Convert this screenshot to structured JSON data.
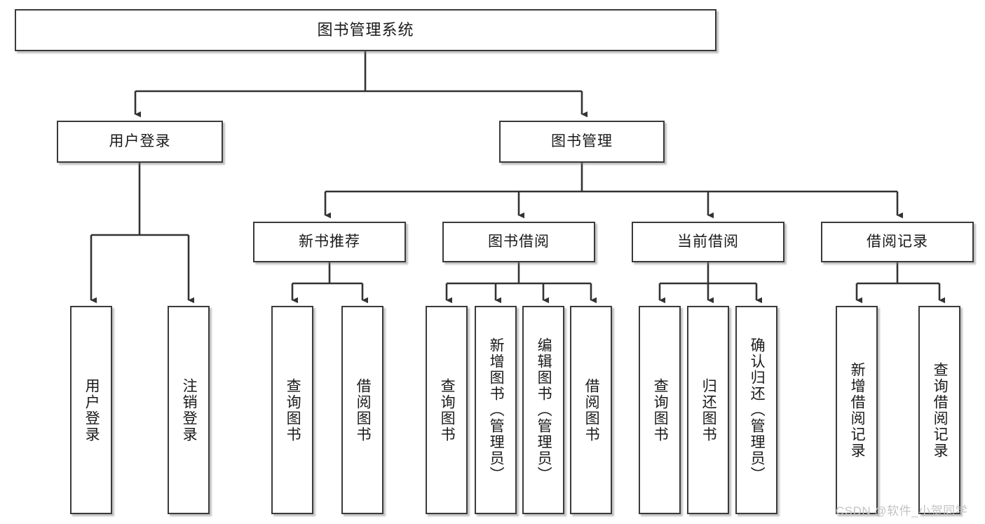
{
  "diagram": {
    "type": "tree",
    "title": "图书管理系统",
    "root": {
      "label": "图书管理系统"
    },
    "level1": [
      {
        "label": "用户登录"
      },
      {
        "label": "图书管理"
      }
    ],
    "level2": [
      {
        "label": "新书推荐",
        "parent": "图书管理"
      },
      {
        "label": "图书借阅",
        "parent": "图书管理"
      },
      {
        "label": "当前借阅",
        "parent": "图书管理"
      },
      {
        "label": "借阅记录",
        "parent": "图书管理"
      }
    ],
    "leaves": {
      "user_login": [
        {
          "label": "用户登录"
        },
        {
          "label": "注销登录"
        }
      ],
      "new_book_recommend": [
        {
          "label": "查询图书"
        },
        {
          "label": "借阅图书"
        }
      ],
      "book_borrow": [
        {
          "label": "查询图书"
        },
        {
          "label": "新增图书（管理员）"
        },
        {
          "label": "编辑图书（管理员）"
        },
        {
          "label": "借阅图书"
        }
      ],
      "current_borrow": [
        {
          "label": "查询图书"
        },
        {
          "label": "归还图书"
        },
        {
          "label": "确认归还（管理员）"
        }
      ],
      "borrow_record": [
        {
          "label": "新增借阅记录"
        },
        {
          "label": "查询借阅记录"
        }
      ]
    }
  },
  "watermark": {
    "text": "CSDN @软件_小贺同学"
  },
  "colors": {
    "border": "#3a3a3a",
    "text": "#1a1a1a",
    "background": "#ffffff",
    "edge": "#333333",
    "watermark": "#c3c3c3"
  }
}
